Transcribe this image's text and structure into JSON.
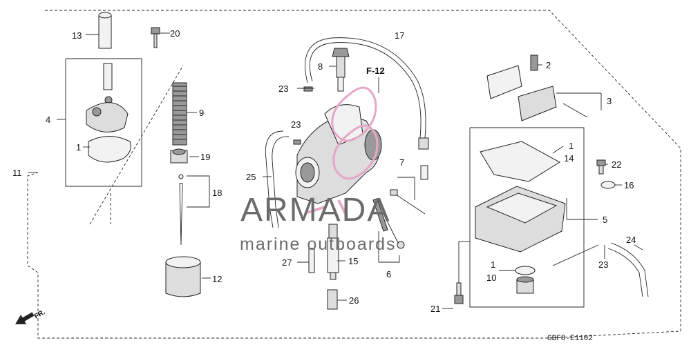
{
  "diagram": {
    "ref_code": "F-12",
    "drawing_code": "GBF8-E1102",
    "front_marker": "FR."
  },
  "watermark": {
    "brand": "ARMADA",
    "tagline": "marine outboards"
  },
  "callouts": {
    "c1a": "1",
    "c1b": "1",
    "c1c": "1",
    "c2": "2",
    "c3": "3",
    "c4": "4",
    "c5": "5",
    "c6": "6",
    "c7": "7",
    "c8": "8",
    "c9": "9",
    "c10": "10",
    "c11": "11",
    "c12": "12",
    "c13": "13",
    "c14": "14",
    "c15": "15",
    "c16": "16",
    "c17": "17",
    "c18": "18",
    "c19": "19",
    "c20": "20",
    "c21": "21",
    "c22": "22",
    "c23a": "23",
    "c23b": "23",
    "c23c": "23",
    "c24": "24",
    "c25": "25",
    "c26": "26",
    "c27": "27"
  },
  "colors": {
    "logo_accent": "#e5a7c6",
    "line": "#222222",
    "watermark_text": "#6b6b6b"
  }
}
